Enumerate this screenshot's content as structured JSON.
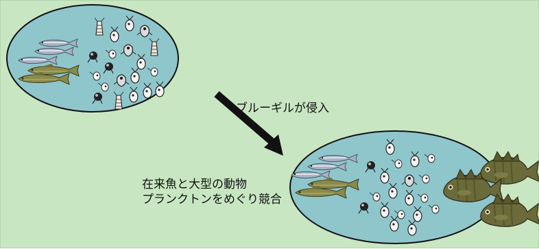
{
  "arrow_label": "ブルーギルが侵入",
  "competition_label": {
    "line1": "在来魚と大型の動物",
    "line2": "プランクトンをめぐり競合"
  },
  "colors": {
    "background": "#c9e6c3",
    "pond_water": "#8fc6cc",
    "pond_outline": "#111111",
    "native_fish_silver": "#a7b3c3",
    "native_fish_olive": "#8a8a4a",
    "bluegill": "#6b6a3a",
    "arrow": "#111111"
  },
  "icons": {
    "native_fish": "silver-minnow-icon",
    "olive_fish": "olive-fish-icon",
    "plankton": "zooplankton-icon",
    "bluegill": "bluegill-fish-icon"
  }
}
